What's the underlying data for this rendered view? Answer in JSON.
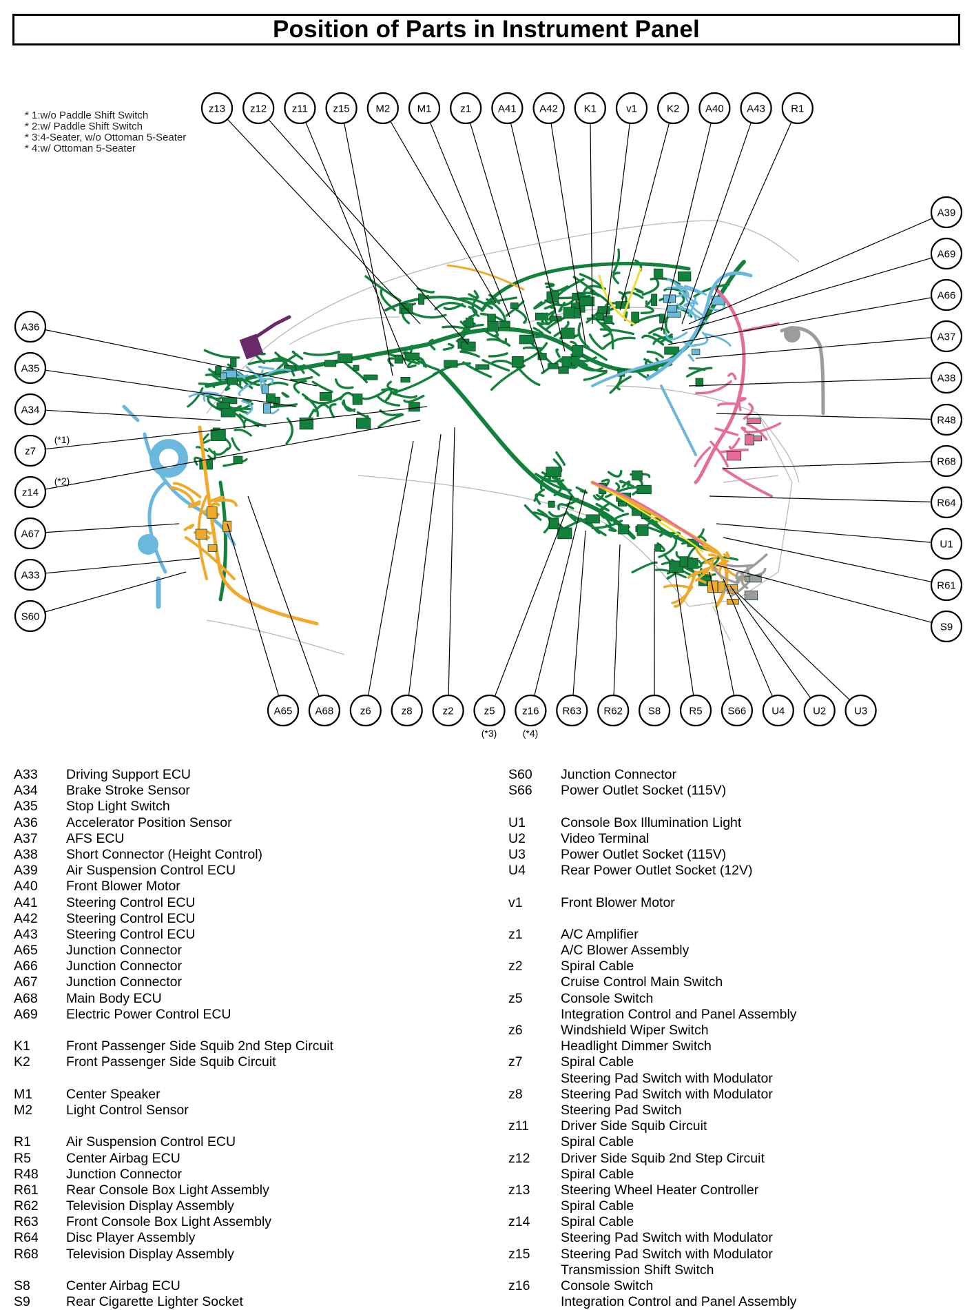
{
  "title": "Position of Parts in Instrument Panel",
  "notes": [
    "* 1:w/o Paddle Shift Switch",
    "* 2:w/ Paddle Shift Switch",
    "* 3:4-Seater, w/o Ottoman 5-Seater",
    "* 4:w/ Ottoman 5-Seater"
  ],
  "callouts_top": [
    "z13",
    "z12",
    "z11",
    "z15",
    "M2",
    "M1",
    "z1",
    "A41",
    "A42",
    "K1",
    "v1",
    "K2",
    "A40",
    "A43",
    "R1"
  ],
  "callouts_right": [
    "A39",
    "A69",
    "A66",
    "A37",
    "A38",
    "R48",
    "R68",
    "R64",
    "U1",
    "R61",
    "S9"
  ],
  "callouts_left": [
    "A36",
    "A35",
    "A34",
    "z7",
    "z14",
    "A67",
    "A33",
    "S60"
  ],
  "callouts_bottom": [
    "A65",
    "A68",
    "z6",
    "z8",
    "z2",
    "z5",
    "z16",
    "R63",
    "R62",
    "S8",
    "R5",
    "S66",
    "U4",
    "U2",
    "U3"
  ],
  "callout_notes": {
    "z7": "(*1)",
    "z14": "(*2)",
    "z5": "(*3)",
    "z16": "(*4)"
  },
  "legend_left": [
    {
      "code": "A33",
      "name": "Driving Support ECU"
    },
    {
      "code": "A34",
      "name": "Brake Stroke Sensor"
    },
    {
      "code": "A35",
      "name": "Stop Light Switch"
    },
    {
      "code": "A36",
      "name": "Accelerator Position Sensor"
    },
    {
      "code": "A37",
      "name": "AFS ECU"
    },
    {
      "code": "A38",
      "name": "Short Connector (Height Control)"
    },
    {
      "code": "A39",
      "name": "Air Suspension Control ECU"
    },
    {
      "code": "A40",
      "name": "Front Blower Motor"
    },
    {
      "code": "A41",
      "name": "Steering Control ECU"
    },
    {
      "code": "A42",
      "name": "Steering Control ECU"
    },
    {
      "code": "A43",
      "name": "Steering Control ECU"
    },
    {
      "code": "A65",
      "name": "Junction Connector"
    },
    {
      "code": "A66",
      "name": "Junction Connector"
    },
    {
      "code": "A67",
      "name": "Junction Connector"
    },
    {
      "code": "A68",
      "name": "Main Body ECU"
    },
    {
      "code": "A69",
      "name": "Electric Power Control ECU"
    },
    {
      "gap": true
    },
    {
      "code": "K1",
      "name": "Front Passenger Side Squib 2nd Step Circuit"
    },
    {
      "code": "K2",
      "name": "Front Passenger Side Squib Circuit"
    },
    {
      "gap": true
    },
    {
      "code": "M1",
      "name": "Center Speaker"
    },
    {
      "code": "M2",
      "name": "Light Control Sensor"
    },
    {
      "gap": true
    },
    {
      "code": "R1",
      "name": "Air Suspension Control ECU"
    },
    {
      "code": "R5",
      "name": "Center Airbag ECU"
    },
    {
      "code": "R48",
      "name": "Junction Connector"
    },
    {
      "code": "R61",
      "name": "Rear Console Box Light Assembly"
    },
    {
      "code": "R62",
      "name": "Television Display Assembly"
    },
    {
      "code": "R63",
      "name": "Front Console Box Light Assembly"
    },
    {
      "code": "R64",
      "name": "Disc Player Assembly"
    },
    {
      "code": "R68",
      "name": "Television Display Assembly"
    },
    {
      "gap": true
    },
    {
      "code": "S8",
      "name": "Center Airbag ECU"
    },
    {
      "code": "S9",
      "name": "Rear Cigarette Lighter Socket"
    }
  ],
  "legend_right": [
    {
      "code": "S60",
      "name": "Junction Connector"
    },
    {
      "code": "S66",
      "name": "Power Outlet Socket (115V)"
    },
    {
      "gap": true
    },
    {
      "code": "U1",
      "name": "Console Box Illumination Light"
    },
    {
      "code": "U2",
      "name": "Video Terminal"
    },
    {
      "code": "U3",
      "name": "Power Outlet Socket (115V)"
    },
    {
      "code": "U4",
      "name": "Rear Power Outlet Socket (12V)"
    },
    {
      "gap": true
    },
    {
      "code": "v1",
      "name": "Front Blower Motor"
    },
    {
      "gap": true
    },
    {
      "code": "z1",
      "name": "A/C Amplifier"
    },
    {
      "code": "",
      "name": "A/C Blower Assembly"
    },
    {
      "code": "z2",
      "name": "Spiral Cable"
    },
    {
      "code": "",
      "name": "Cruise Control Main Switch"
    },
    {
      "code": "z5",
      "name": "Console Switch"
    },
    {
      "code": "",
      "name": "Integration Control and Panel Assembly"
    },
    {
      "code": "z6",
      "name": "Windshield Wiper Switch"
    },
    {
      "code": "",
      "name": "Headlight Dimmer Switch"
    },
    {
      "code": "z7",
      "name": "Spiral Cable"
    },
    {
      "code": "",
      "name": "Steering Pad Switch with Modulator"
    },
    {
      "code": "z8",
      "name": "Steering Pad Switch with Modulator"
    },
    {
      "code": "",
      "name": "Steering Pad Switch"
    },
    {
      "code": "z11",
      "name": "Driver Side Squib Circuit"
    },
    {
      "code": "",
      "name": "Spiral Cable"
    },
    {
      "code": "z12",
      "name": "Driver Side Squib 2nd Step Circuit"
    },
    {
      "code": "",
      "name": "Spiral Cable"
    },
    {
      "code": "z13",
      "name": "Steering Wheel Heater Controller"
    },
    {
      "code": "",
      "name": "Spiral Cable"
    },
    {
      "code": "z14",
      "name": "Spiral Cable"
    },
    {
      "code": "",
      "name": "Steering Pad Switch with Modulator"
    },
    {
      "code": "z15",
      "name": "Steering Pad Switch with Modulator"
    },
    {
      "code": "",
      "name": "Transmission Shift Switch"
    },
    {
      "code": "z16",
      "name": "Console Switch"
    },
    {
      "code": "",
      "name": "Integration Control and Panel Assembly"
    }
  ],
  "colors": {
    "harness_green": "#12813c",
    "harness_blue": "#6ab8de",
    "harness_orange": "#f0a92a",
    "harness_pink": "#e56d9c",
    "harness_purple": "#6a2a6a",
    "harness_yellow": "#f1dd35",
    "harness_gray": "#9c9c9c"
  }
}
